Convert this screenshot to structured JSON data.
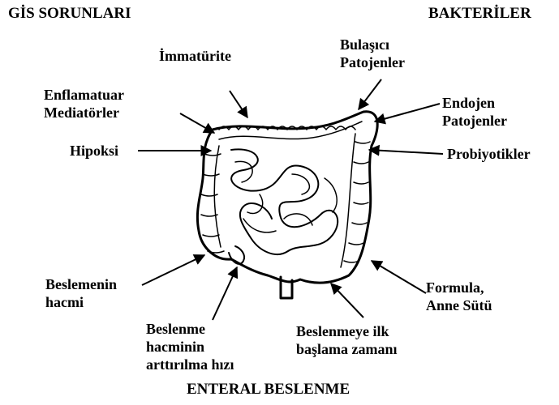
{
  "headers": {
    "top_left": "GİS SORUNLARI",
    "top_right": "BAKTERİLER",
    "bottom": "ENTERAL BESLENME"
  },
  "labels": {
    "immaturite": "İmmatürite",
    "bulasici_line1": "Bulaşıcı",
    "bulasici_line2": "Patojenler",
    "enflamatuar_line1": "Enflamatuar",
    "enflamatuar_line2": "Mediatörler",
    "endojen_line1": "Endojen",
    "endojen_line2": "Patojenler",
    "hipoksi": "Hipoksi",
    "probiyotikler": "Probiyotikler",
    "beslemenin_line1": "Beslemenin",
    "beslemenin_line2": "hacmi",
    "formula_line1": "Formula,",
    "formula_line2": "Anne Sütü",
    "artis_line1": "Beslenme",
    "artis_line2": "hacminin",
    "artis_line3": "arttırılma hızı",
    "baslama_line1": "Beslenmeye ilk",
    "baslama_line2": "başlama zamanı"
  }
}
